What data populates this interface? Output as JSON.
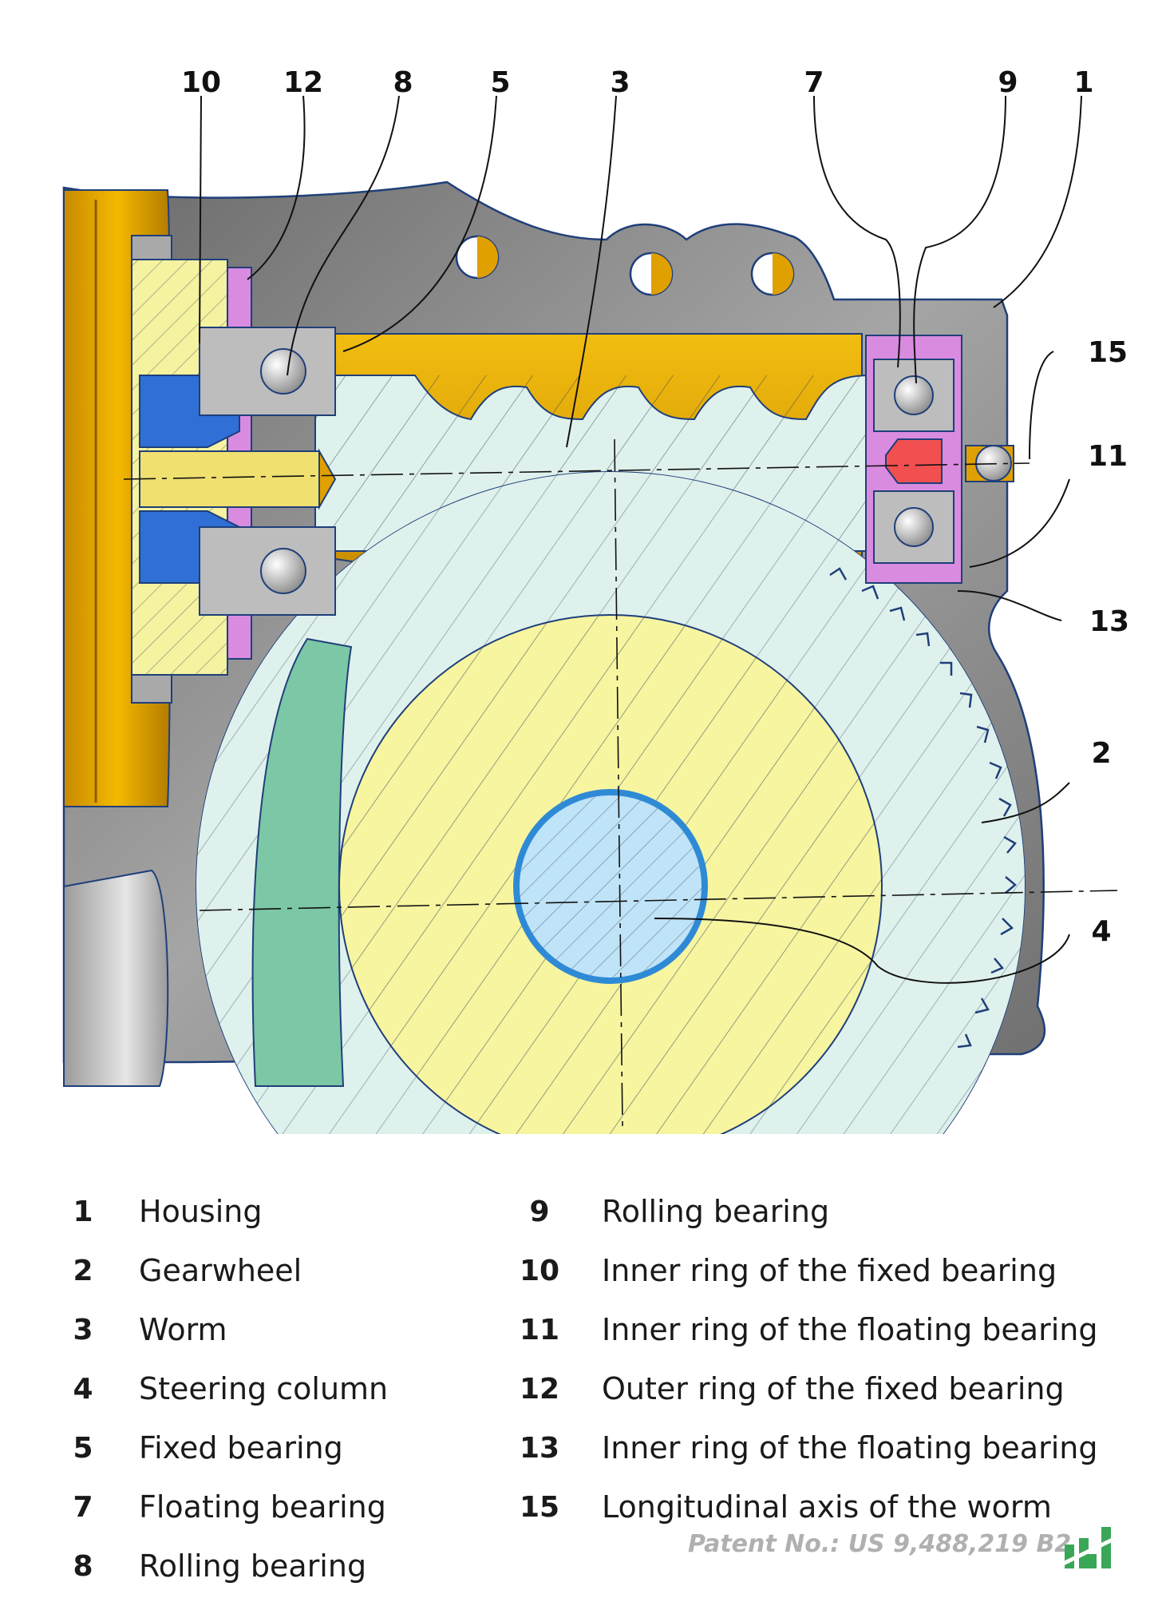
{
  "callouts": {
    "c10": "10",
    "c12": "12",
    "c8": "8",
    "c5": "5",
    "c3": "3",
    "c7": "7",
    "c9": "9",
    "c1": "1",
    "c15": "15",
    "c11": "11",
    "c13": "13",
    "c2": "2",
    "c4": "4"
  },
  "legend": {
    "left": [
      {
        "num": "1",
        "label": "Housing"
      },
      {
        "num": "2",
        "label": "Gearwheel"
      },
      {
        "num": "3",
        "label": "Worm"
      },
      {
        "num": "4",
        "label": "Steering column"
      },
      {
        "num": "5",
        "label": "Fixed bearing"
      },
      {
        "num": "7",
        "label": "Floating bearing"
      },
      {
        "num": "8",
        "label": "Rolling bearing"
      }
    ],
    "right": [
      {
        "num": "9",
        "label": "Rolling bearing"
      },
      {
        "num": "10",
        "label": "Inner ring of the fixed bearing"
      },
      {
        "num": "11",
        "label": "Inner ring of the floating bearing"
      },
      {
        "num": "12",
        "label": "Outer ring of the fixed bearing"
      },
      {
        "num": "13",
        "label": "Inner ring of the floating bearing"
      },
      {
        "num": "15",
        "label": "Longitudinal axis of the worm"
      }
    ]
  },
  "patent": "Patent No.: US 9,488,219 B2",
  "colors": {
    "housing": "#8a8a8a",
    "housing_dark": "#5e5e5e",
    "gold": "#e3a500",
    "worm": "#dff1ec",
    "gear_hub": "#f7f5a0",
    "column": "#bfe3f7",
    "blue_part": "#2f6fd6",
    "pink": "#d98be0",
    "red": "#f25050",
    "green": "#7cc7a6",
    "outline": "#1f3f7a",
    "logo_green": "#3aa657"
  }
}
